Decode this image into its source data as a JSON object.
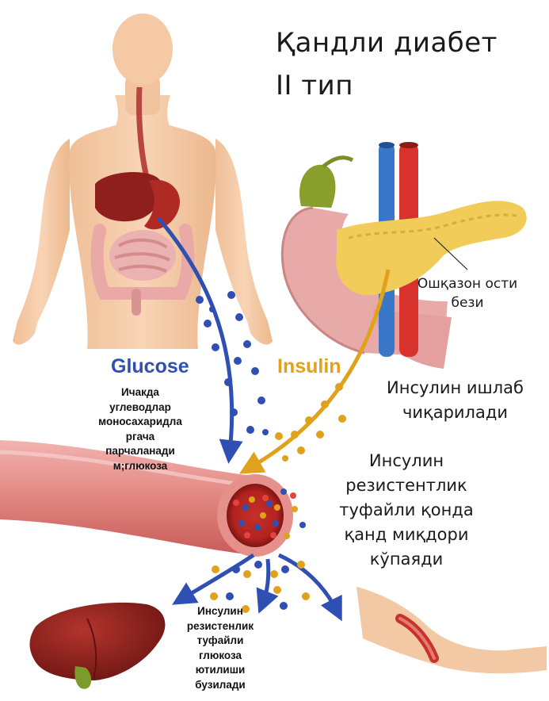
{
  "title": {
    "line1": "Қандли диабет",
    "line2": "II тип"
  },
  "labels": {
    "glucose": "Glucose",
    "insulin": "Insulin",
    "pancreas": [
      "Ошқазон ости",
      "бези"
    ],
    "insulin_production": [
      "Инсулин ишлаб",
      "чиқарилади"
    ],
    "resistance": [
      "Инсулин",
      "резистентлик",
      "туфайли қонда",
      "қанд миқдори",
      "кўпаяди"
    ],
    "intestine": [
      "Ичакда",
      "углеводлар",
      "моносахаридла",
      "ргача",
      "парчаланади",
      "м;глюкоза"
    ],
    "liver_note": [
      "Инсулин",
      "резистенлик",
      "туфайли",
      "глюкоза",
      "ютилиши",
      "бузилади"
    ]
  },
  "colors": {
    "glucose_blue": "#2f4fb3",
    "insulin_yellow": "#e0a21d",
    "blood_red": "#c7302c",
    "skin": "#f4c9a4",
    "liver": "#8e1f1c",
    "pancreas": "#f2cc58"
  },
  "icons": [
    "human-body-icon",
    "pancreas-icon",
    "blood-vessel-icon",
    "liver-icon",
    "arm-muscle-icon"
  ]
}
